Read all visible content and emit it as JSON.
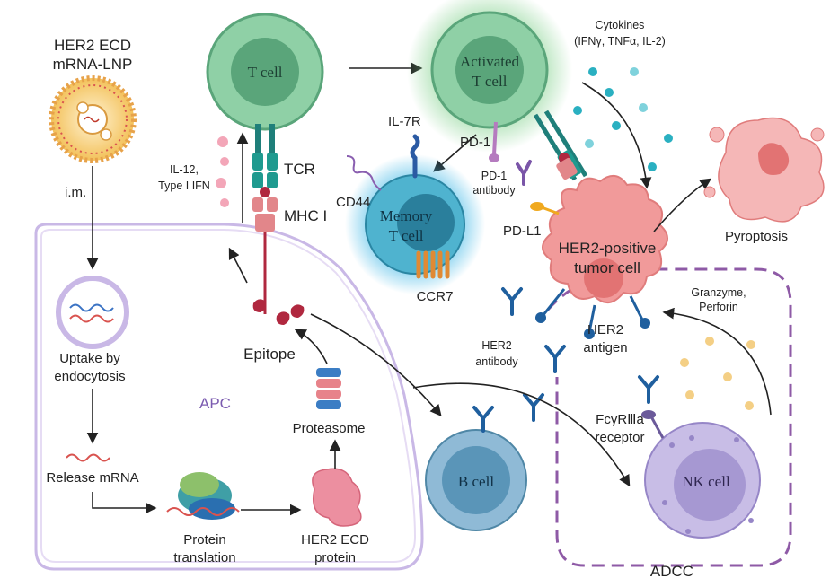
{
  "labels": {
    "vaccine_line1": "HER2 ECD",
    "vaccine_line2": "mRNA-LNP",
    "im": "i.m.",
    "uptake_line1": "Uptake by",
    "uptake_line2": "endocytosis",
    "release": "Release mRNA",
    "protein_translation_line1": "Protein",
    "protein_translation_line2": "translation",
    "her2_ecd_protein_line1": "HER2 ECD",
    "her2_ecd_protein_line2": "protein",
    "proteasome": "Proteasome",
    "epitope": "Epitope",
    "apc": "APC",
    "il12_line1": "IL-12,",
    "il12_line2": "Type I IFN",
    "tcr": "TCR",
    "mhc": "MHC I",
    "t_cell": "T cell",
    "activated_line1": "Activated",
    "activated_line2": "T cell",
    "cytokines_line1": "Cytokines",
    "cytokines_line2": "(IFNγ, TNFα, IL-2)",
    "il7r": "IL-7R",
    "pd1": "PD-1",
    "pd1_antibody_line1": "PD-1",
    "pd1_antibody_line2": "antibody",
    "cd44": "CD44",
    "memory_line1": "Memory",
    "memory_line2": "T cell",
    "ccr7": "CCR7",
    "pdl1": "PD-L1",
    "tumor_line1": "HER2-positive",
    "tumor_line2": "tumor cell",
    "pyroptosis": "Pyroptosis",
    "granzyme_line1": "Granzyme,",
    "granzyme_line2": "Perforin",
    "her2_antigen_line1": "HER2",
    "her2_antigen_line2": "antigen",
    "her2_antibody_line1": "HER2",
    "her2_antibody_line2": "antibody",
    "fcgr_line1": "FcγRⅢa",
    "fcgr_line2": "receptor",
    "b_cell": "B cell",
    "nk_cell": "NK cell",
    "adcc": "ADCC"
  },
  "colors": {
    "t_cell_outer": "#7fc39a",
    "t_cell_inner": "#5aa57a",
    "memory_glow": "#3fb7e6",
    "memory_cell": "#4fb3cf",
    "memory_nucleus": "#2a7f9c",
    "tumor": "#f19a9a",
    "tumor_nucleus": "#e27373",
    "nk_cell": "#b5a8dc",
    "nk_nucleus": "#9686c7",
    "b_cell": "#6fa3c0",
    "b_nucleus": "#4f87a6",
    "apc_border": "#c9b8e6",
    "adcc_border": "#8e5aa6",
    "antibody": "#1f5f9e",
    "tcr": "#1f7f7a",
    "mhc": "#e2868a",
    "cytokine": "#2ab0c1",
    "granzyme": "#f4cf85",
    "il12": "#f3a6b8"
  }
}
